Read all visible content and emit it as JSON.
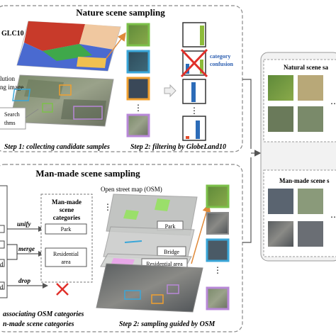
{
  "nature": {
    "title": "Nature scene sampling",
    "glc_label": "GLC10",
    "hires_label_1": "lution",
    "hires_label_2": "ng image",
    "search_label_1": "Search",
    "search_label_2": "thms",
    "category_label_1": "category",
    "category_label_2": "confusion",
    "dots": "⋮",
    "step1": "Step 1: collecting candidate samples",
    "step2": "Step 2: filtering by GlobeLand10"
  },
  "manmade": {
    "title": "Man-made scene sampling",
    "categories_title_1": "Man-made",
    "categories_title_2": "scene",
    "categories_title_3": "categories",
    "cat_park": "Park",
    "cat_residential_1": "Residential",
    "cat_residential_2": "area",
    "op_unify": "unify",
    "op_merge": "merge",
    "op_drop": "drop",
    "left_label_1": "d",
    "left_label_2": "d",
    "osm_title": "Open street map (OSM)",
    "layer_park": "Park",
    "layer_bridge": "Bridge",
    "layer_residential": "Residential area",
    "dots": "⋮",
    "step1_1": "associating OSM categories",
    "step1_2": "n-made scene categories",
    "step2": "Step 2: sampling guided by OSM"
  },
  "right": {
    "natural_title": "Natural scene sa",
    "manmade_title": "Man-made scene s",
    "dots": "⋯"
  },
  "colors": {
    "dash": "#888888",
    "blue_label": "#2a5db0",
    "red_x": "#e0302a",
    "green_frame": "#7cc04a",
    "blue_frame": "#3aa6d8",
    "orange_frame": "#f0a030",
    "purple_frame": "#b888d8",
    "bar_green": "#8dbb3a",
    "bar_blue": "#2c6cb8",
    "bar_red": "#e34a2a"
  }
}
